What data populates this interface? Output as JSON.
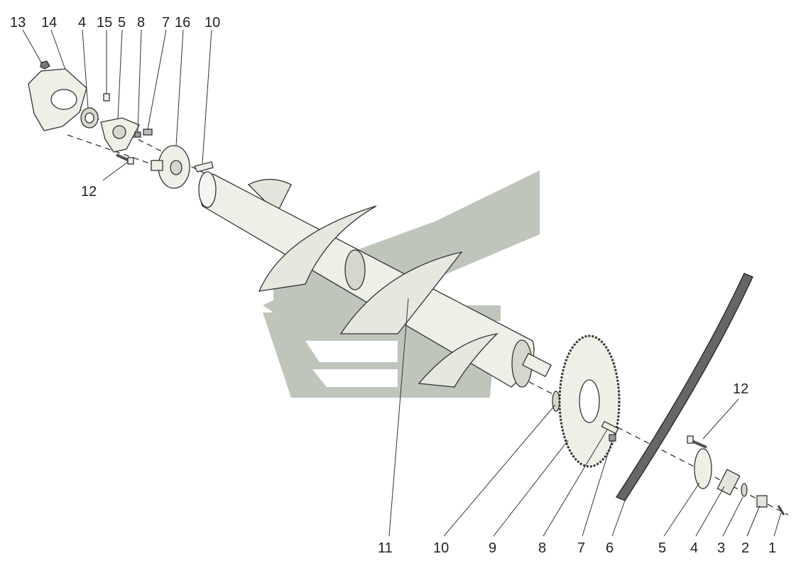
{
  "colors": {
    "background": "#ffffff",
    "line": "#333333",
    "part_fill": "#eef0e8",
    "part_shade": "#d4d7cb",
    "watermark": "#b9bfb4"
  },
  "watermark": {
    "icon": "chevron-logo-watermark"
  },
  "callouts": {
    "top_left": {
      "c13": "13",
      "c14": "14",
      "c4": "4",
      "c15": "15",
      "c5": "5",
      "c8": "8",
      "c7": "7",
      "c16": "16",
      "c10": "10"
    },
    "left_12": "12",
    "right_12": "12",
    "bottom": {
      "c11": "11",
      "c10": "10",
      "c9": "9",
      "c8": "8",
      "c7": "7",
      "c6": "6",
      "c5": "5",
      "c4": "4",
      "c3": "3",
      "c2": "2",
      "c1": "1"
    }
  }
}
